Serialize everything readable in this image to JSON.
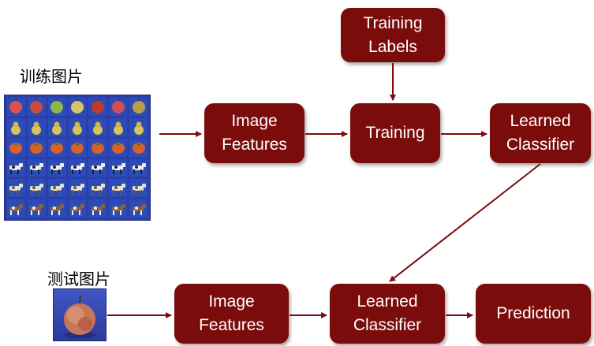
{
  "labels": {
    "train_images": "训练图片",
    "test_images": "测试图片"
  },
  "boxes": {
    "training_labels": "Training\nLabels",
    "image_features_top": "Image\nFeatures",
    "training": "Training",
    "learned_classifier_top": "Learned\nClassifier",
    "image_features_bottom": "Image\nFeatures",
    "learned_classifier_bottom": "Learned\nClassifier",
    "prediction": "Prediction"
  },
  "colors": {
    "box": "#7b0c0c",
    "arrow": "#7b0c0c",
    "photo_bg": "#2c3fa8"
  },
  "training_image_rows": [
    "apple",
    "pear",
    "tomato",
    "cow",
    "dog",
    "horse"
  ]
}
